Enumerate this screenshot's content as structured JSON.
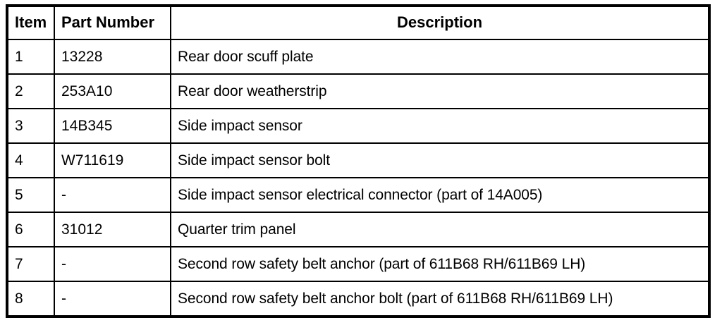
{
  "table": {
    "columns": [
      {
        "key": "item",
        "label": "Item",
        "align": "left"
      },
      {
        "key": "part_number",
        "label": "Part Number",
        "align": "left"
      },
      {
        "key": "description",
        "label": "Description",
        "align": "center"
      }
    ],
    "rows": [
      {
        "item": "1",
        "part_number": "13228",
        "description": "Rear door scuff plate"
      },
      {
        "item": "2",
        "part_number": "253A10",
        "description": "Rear door weatherstrip"
      },
      {
        "item": "3",
        "part_number": "14B345",
        "description": "Side impact sensor"
      },
      {
        "item": "4",
        "part_number": "W711619",
        "description": "Side impact sensor bolt"
      },
      {
        "item": "5",
        "part_number": "-",
        "description": "Side impact sensor electrical connector (part of 14A005)"
      },
      {
        "item": "6",
        "part_number": "31012",
        "description": "Quarter trim panel"
      },
      {
        "item": "7",
        "part_number": "-",
        "description": "Second row safety belt anchor (part of 611B68 RH/611B69 LH)"
      },
      {
        "item": "8",
        "part_number": "-",
        "description": "Second row safety belt anchor bolt (part of 611B68 RH/611B69 LH)"
      }
    ]
  },
  "colors": {
    "border": "#000000",
    "text": "#000000",
    "background": "#ffffff"
  }
}
